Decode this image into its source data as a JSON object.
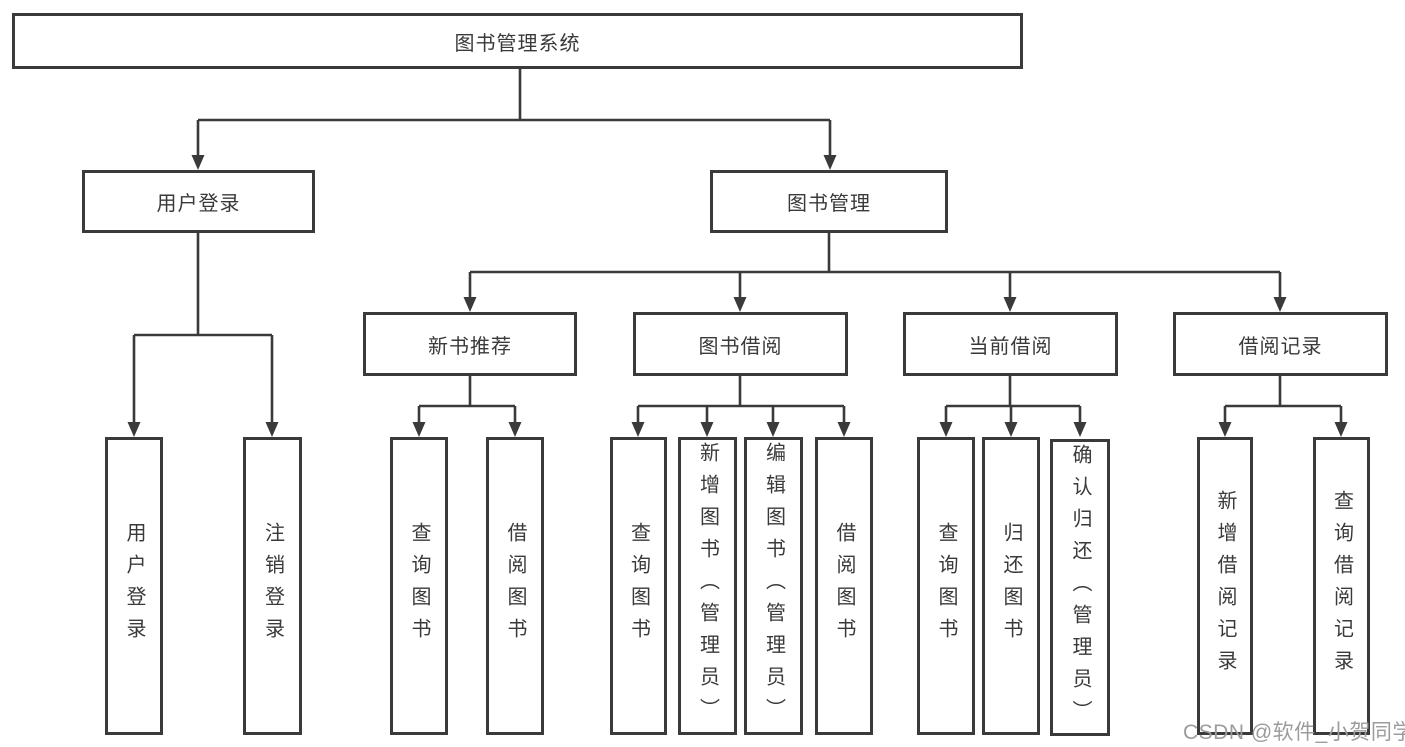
{
  "tree": {
    "root": {
      "label": "图书管理系统",
      "children": [
        {
          "label": "用户登录",
          "children": [
            {
              "label": "用户登录"
            },
            {
              "label": "注销登录"
            }
          ]
        },
        {
          "label": "图书管理",
          "children": [
            {
              "label": "新书推荐",
              "children": [
                {
                  "label": "查询图书"
                },
                {
                  "label": "借阅图书"
                }
              ]
            },
            {
              "label": "图书借阅",
              "children": [
                {
                  "label": "查询图书"
                },
                {
                  "label": "新增图书（管理员）"
                },
                {
                  "label": "编辑图书（管理员）"
                },
                {
                  "label": "借阅图书"
                }
              ]
            },
            {
              "label": "当前借阅",
              "children": [
                {
                  "label": "查询图书"
                },
                {
                  "label": "归还图书"
                },
                {
                  "label": "确认归还（管理员）"
                }
              ]
            },
            {
              "label": "借阅记录",
              "children": [
                {
                  "label": "新增借阅记录"
                },
                {
                  "label": "查询借阅记录"
                }
              ]
            }
          ]
        }
      ]
    }
  },
  "watermark": {
    "text": "CSDN @软件_小贺同学",
    "color": "#9c9c9c"
  },
  "colors": {
    "line": "#3a3a3a",
    "box_border": "#3a3a3a",
    "box_fill": "#ffffff",
    "text": "#3a3a3a",
    "background": "#ffffff"
  }
}
